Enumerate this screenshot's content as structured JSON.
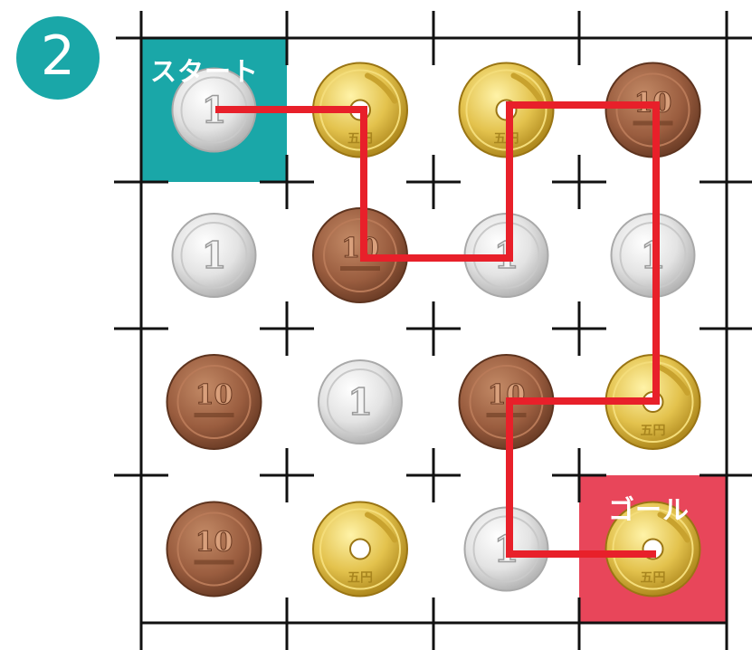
{
  "puzzle_number": "2",
  "start_label": "スタート",
  "goal_label": "ゴール",
  "colors": {
    "start": "#1aa7a8",
    "goal": "#e8465a",
    "path": "#e8202a",
    "grid": "#111111"
  },
  "coin_labels": {
    "one_yen": "1",
    "ten_yen": "10",
    "five_yen_kanji": "五円"
  },
  "grid": {
    "rows": 4,
    "cols": 4,
    "coins": [
      [
        "1yen",
        "5yen",
        "5yen",
        "10yen"
      ],
      [
        "1yen",
        "10yen",
        "1yen",
        "1yen"
      ],
      [
        "10yen",
        "1yen",
        "10yen",
        "5yen"
      ],
      [
        "10yen",
        "5yen",
        "1yen",
        "5yen"
      ]
    ],
    "start_cell": [
      0,
      0
    ],
    "goal_cell": [
      3,
      3
    ]
  }
}
